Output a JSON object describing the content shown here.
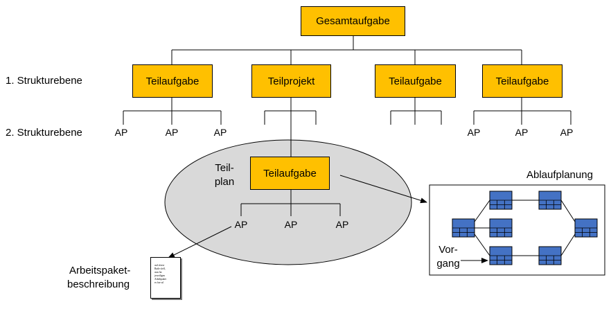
{
  "root": {
    "label": "Gesamtaufgabe"
  },
  "levels": {
    "level1": "1. Strukturebene",
    "level2": "2. Strukturebene"
  },
  "level1_nodes": [
    "Teilaufgabe",
    "Teilprojekt",
    "Teilaufgabe",
    "Teilaufgabe"
  ],
  "work_package_label": "AP",
  "subplan": {
    "label_line1": "Teil-",
    "label_line2": "plan",
    "node": "Teilaufgabe"
  },
  "work_package_description": {
    "label_line1": "Arbeitspaket-",
    "label_line2": "beschreibung",
    "doc_lines": [
      "asd sfsese",
      "Batle sfefl,",
      "asas hn",
      "jeweiligen",
      "Arbeltpaket",
      "es fue ssl"
    ]
  },
  "scheduling": {
    "title": "Ablaufplanung",
    "activity_line1": "Vor-",
    "activity_line2": "gang"
  },
  "colors": {
    "box_fill": "#ffc000",
    "ellipse_fill": "#d9d9d9",
    "activity_fill": "#4472c4"
  }
}
